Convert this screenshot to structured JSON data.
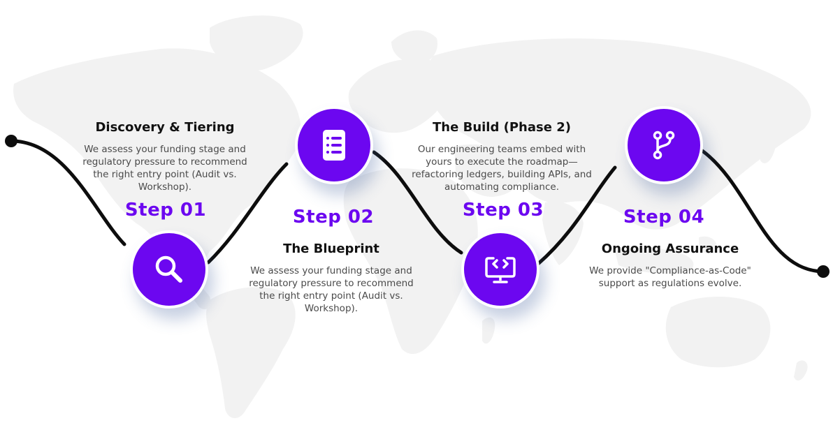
{
  "colors": {
    "accent": "#6c07f0",
    "curve": "#0d0d0d",
    "map": "#f2f2f2",
    "title": "#111111",
    "text": "#4a4a4a"
  },
  "steps": [
    {
      "label": "Step 01",
      "title": "Discovery & Tiering",
      "description": "We assess your funding stage and regulatory pressure to recommend the right entry point (Audit vs. Workshop).",
      "icon": "search-icon"
    },
    {
      "label": "Step 02",
      "title": "The Blueprint",
      "description": "We assess your funding stage and regulatory pressure to recommend the right entry point (Audit vs. Workshop).",
      "icon": "document-list-icon"
    },
    {
      "label": "Step 03",
      "title": "The Build (Phase 2)",
      "description": "Our engineering teams embed with yours to execute the roadmap—refactoring ledgers, building APIs, and automating compliance.",
      "icon": "monitor-code-icon"
    },
    {
      "label": "Step 04",
      "title": "Ongoing Assurance",
      "description": "We provide \"Compliance-as-Code\" support as regulations evolve.",
      "icon": "git-branch-icon"
    }
  ]
}
